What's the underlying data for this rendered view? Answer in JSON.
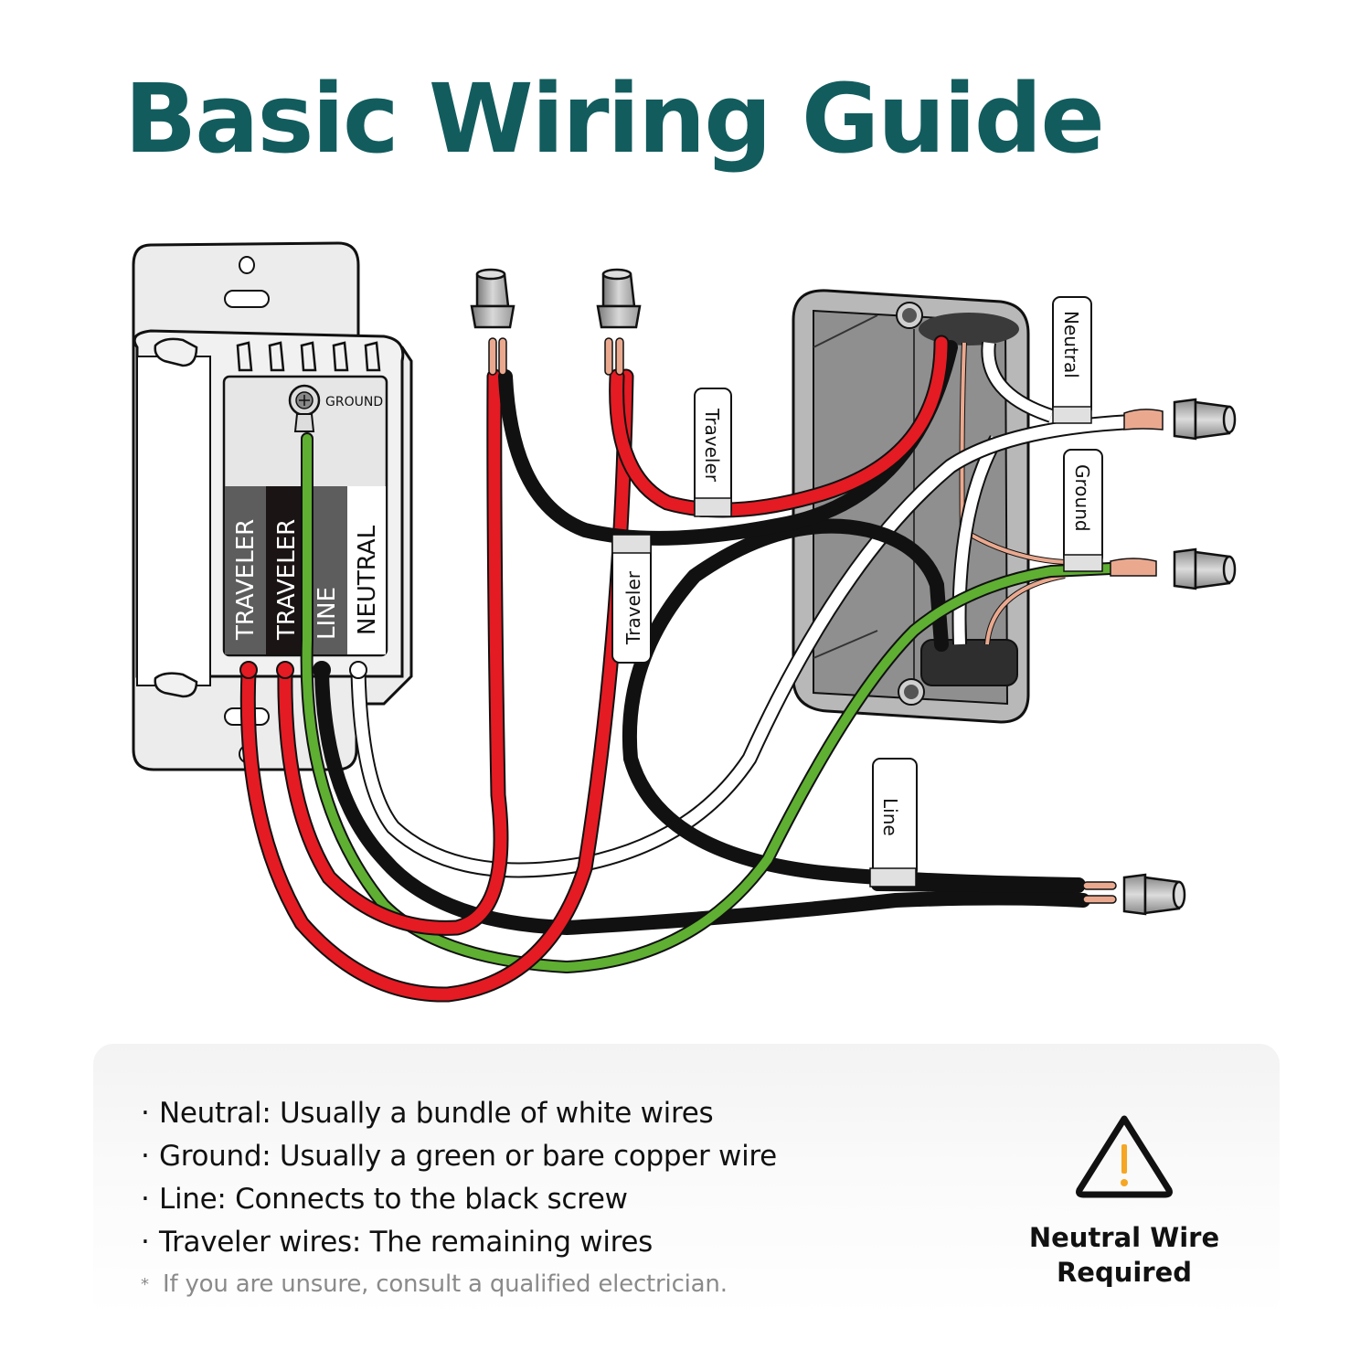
{
  "title": "Basic Wiring Guide",
  "colors": {
    "title": "#125c5e",
    "wire_red": "#e41b23",
    "wire_black": "#111111",
    "wire_white": "#ffffff",
    "wire_green": "#5faf32",
    "copper": "#eaa98f",
    "warning_accent": "#f5a623"
  },
  "switch": {
    "ground_label": "GROUND",
    "terminals": [
      {
        "label": "TRAVELER",
        "color": "red"
      },
      {
        "label": "TRAVELER",
        "color": "red"
      },
      {
        "label": "LINE",
        "color": "black"
      },
      {
        "label": "NEUTRAL",
        "color": "white"
      }
    ]
  },
  "wire_tags": {
    "traveler_1": "Traveler",
    "traveler_2": "Traveler",
    "neutral": "Neutral",
    "ground": "Ground",
    "line": "Line"
  },
  "notes": [
    "Neutral: Usually a bundle of white wires",
    "Ground: Usually a green or bare copper wire",
    "Line: Connects to the black screw",
    "Traveler wires: The remaining wires"
  ],
  "bullet": "·",
  "disclaimer_marker": "*",
  "disclaimer": "If you are unsure, consult a qualified electrician.",
  "warning": {
    "icon": "warning-triangle-icon",
    "symbol": "!",
    "line1": "Neutral Wire",
    "line2": "Required"
  }
}
